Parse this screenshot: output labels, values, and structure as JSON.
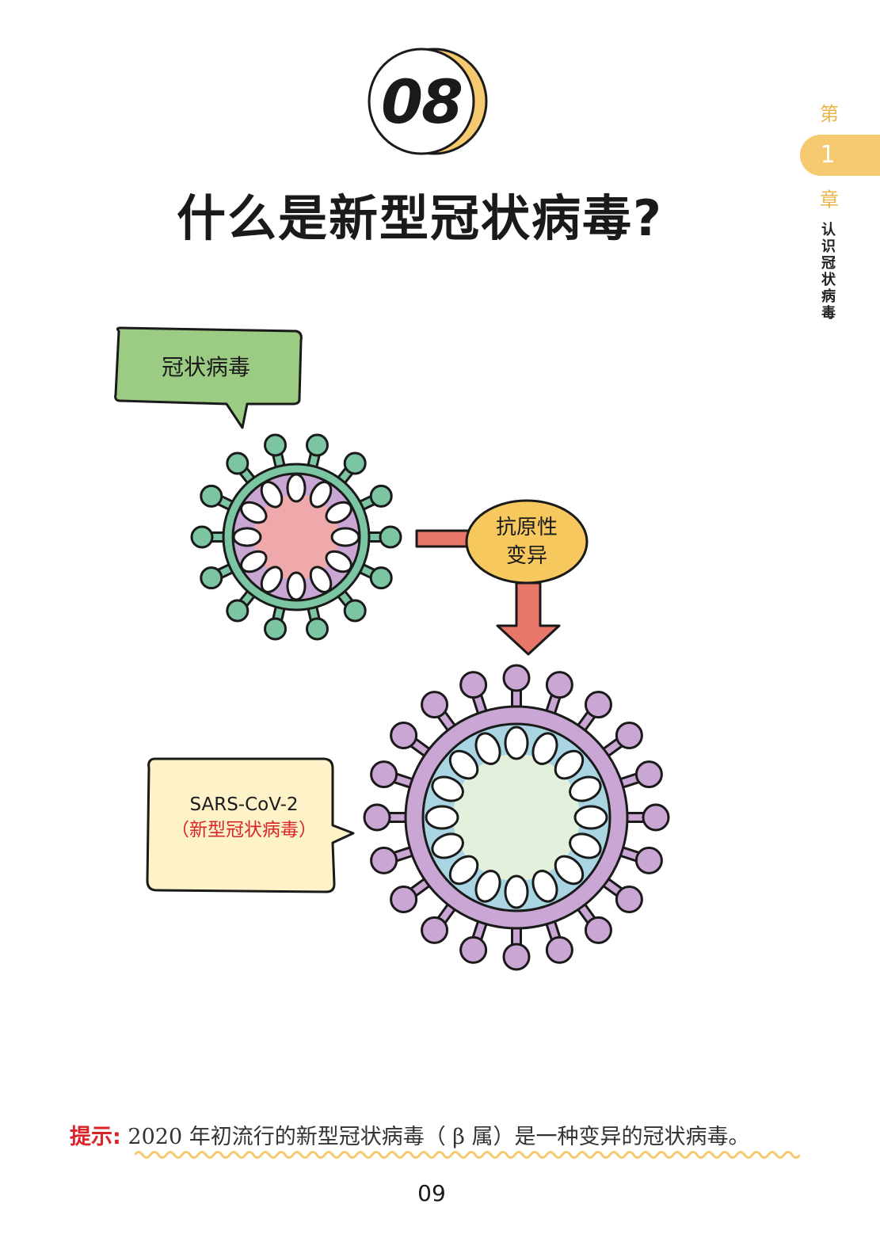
{
  "chapter_number": "08",
  "title": "什么是新型冠状病毒?",
  "side_tab": {
    "prefix": "第",
    "number": "1",
    "suffix": "章",
    "title": "认识冠状病毒"
  },
  "illustration": {
    "bubble_coronavirus": "冠状病毒",
    "antigen_line1": "抗原性",
    "antigen_line2": "变异",
    "sars_name": "SARS-CoV-2",
    "sars_cn": "（新型冠状病毒）"
  },
  "tip": {
    "label": "提示:",
    "text": "2020 年初流行的新型冠状病毒（ β 属）是一种变异的冠状病毒。"
  },
  "page_number": "09",
  "colors": {
    "badge_accent": "#f5c970",
    "tab_accent": "#e8b54a",
    "tip_label": "#d9252a",
    "bubble_green": "#9ccc84",
    "bubble_cream": "#fdf2c8",
    "virus1_spikes": "#7cc5a3",
    "virus1_ring": "#c9a6d4",
    "virus1_core": "#f0a9aa",
    "virus2_spikes": "#c9a6d4",
    "virus2_ring": "#a9d4e2",
    "virus2_core": "#e3f1dc",
    "arrow": "#e8776a",
    "antigen_bubble": "#f7c85e"
  }
}
